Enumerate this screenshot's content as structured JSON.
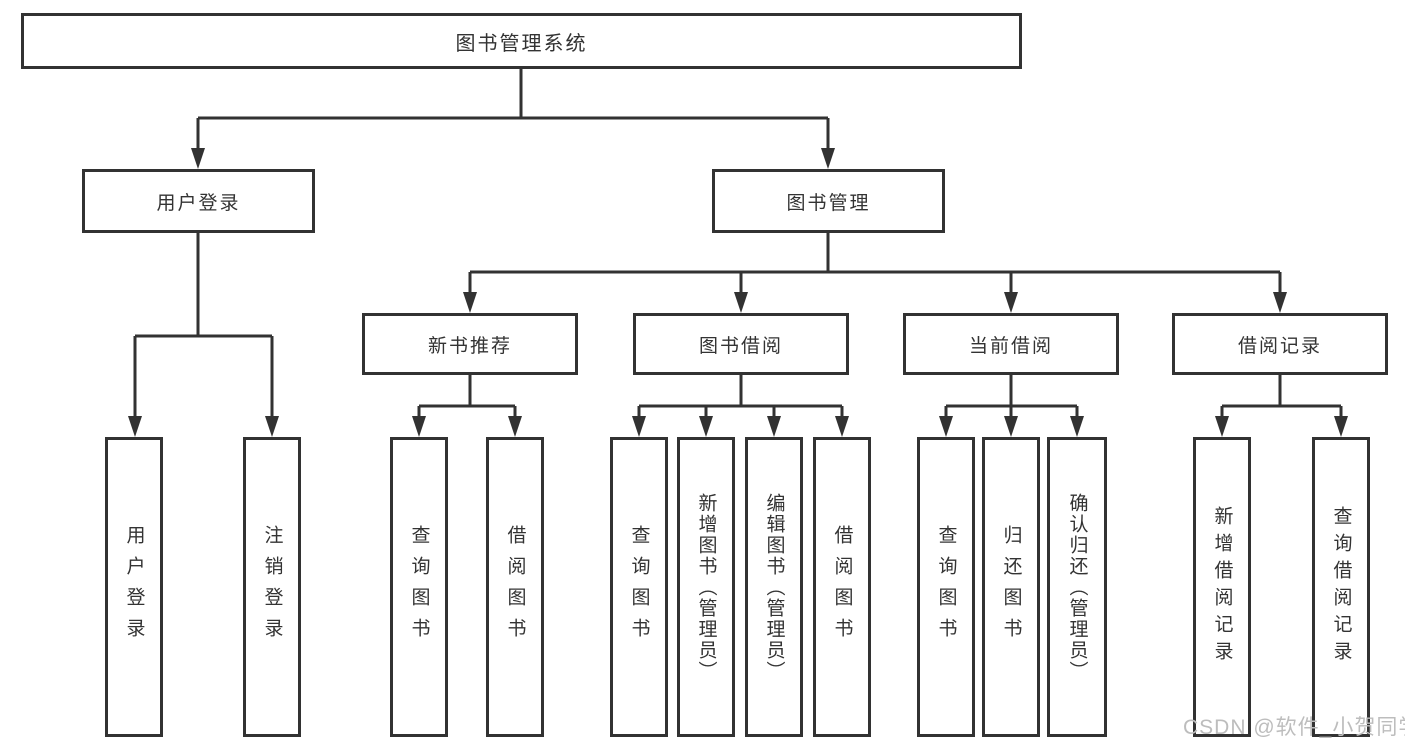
{
  "watermark": "CSDN @软件_小贺同学",
  "colors": {
    "line": "#323232",
    "text": "#333333",
    "watermark": "#bdbdbd",
    "background": "#ffffff"
  },
  "tree": {
    "label": "图书管理系统",
    "children": [
      {
        "label": "用户登录",
        "children": [
          {
            "label": "用户登录"
          },
          {
            "label": "注销登录"
          }
        ]
      },
      {
        "label": "图书管理",
        "children": [
          {
            "label": "新书推荐",
            "children": [
              {
                "label": "查询图书"
              },
              {
                "label": "借阅图书"
              }
            ]
          },
          {
            "label": "图书借阅",
            "children": [
              {
                "label": "查询图书"
              },
              {
                "label": "新增图书（管理员）"
              },
              {
                "label": "编辑图书（管理员）"
              },
              {
                "label": "借阅图书"
              }
            ]
          },
          {
            "label": "当前借阅",
            "children": [
              {
                "label": "查询图书"
              },
              {
                "label": "归还图书"
              },
              {
                "label": "确认归还（管理员）"
              }
            ]
          },
          {
            "label": "借阅记录",
            "children": [
              {
                "label": "新增借阅记录"
              },
              {
                "label": "查询借阅记录"
              }
            ]
          }
        ]
      }
    ]
  }
}
